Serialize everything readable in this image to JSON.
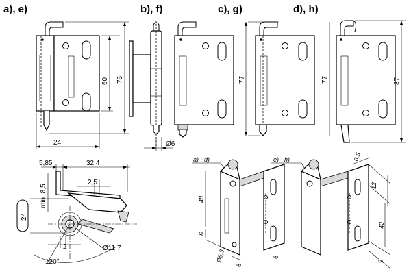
{
  "views": {
    "a": {
      "label": "a), e)",
      "width": "24",
      "height_inner": "60",
      "height_outer": "75"
    },
    "b": {
      "label": "b), f)",
      "diameter": "Ø6"
    },
    "c": {
      "label": "c), g)",
      "height": "77"
    },
    "d": {
      "label": "d), h)",
      "height": "87"
    }
  },
  "detail": {
    "d_5_85": "5,85",
    "d_32_4": "32,4",
    "d_2_5": "2,5",
    "d_min85": "min. 8,5",
    "d_24": "24",
    "d_2": "2",
    "d_phi117": "Ø11,7",
    "d_120": "120°"
  },
  "iso": {
    "left_label": "a) - d)",
    "right_label": "e) - h)",
    "d48": "48",
    "d6": "6",
    "d53": "Ø5,3",
    "d6b": "6",
    "d65": "6,5",
    "d12": "12",
    "d42": "42",
    "d9": "9"
  }
}
